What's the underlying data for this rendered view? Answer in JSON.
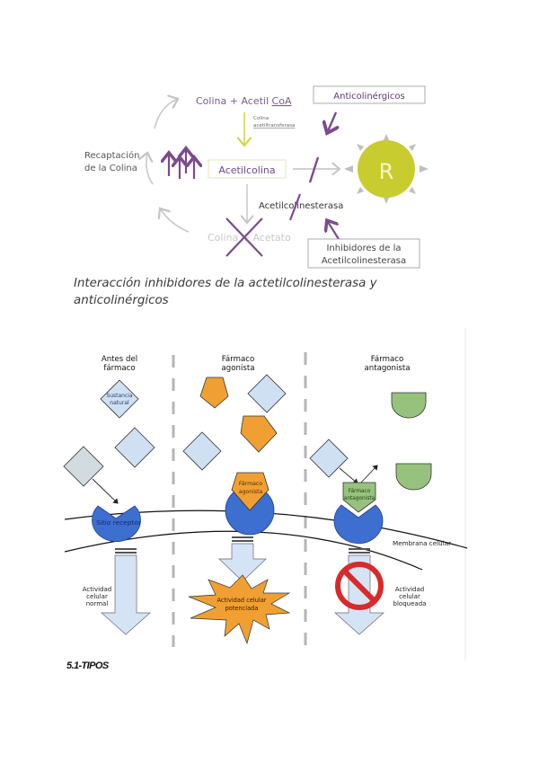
{
  "figure1": {
    "colina_acetil_coa": "Colina + Acetil",
    "coa": "CoA",
    "anticolinergicos": "Anticolinérgicos",
    "enzyme_line1": "Colina",
    "enzyme_line2": "acetiltransferasa",
    "recaptacion_line1": "Recaptación",
    "recaptacion_line2": "de la Colina",
    "acetilcolina": "Acetilcolina",
    "receptor": "R",
    "acetilcolinesterasa": "Acetilcolinesterasa",
    "colina_acetato": "Colina + Acetato",
    "inhibidores_line1": "Inhibidores de la",
    "inhibidores_line2": "Acetilcolinesterasa",
    "colors": {
      "purple": "#7b4b8f",
      "yellow": "#c9cc2e",
      "grey": "#b8b8b8",
      "text": "#555555"
    }
  },
  "caption": {
    "line1": "Interacción inhibidores de la actetilcolinesterasa y",
    "line2": "anticolinérgicos"
  },
  "figure2": {
    "col1_title_1": "Antes del",
    "col1_title_2": "fármaco",
    "col2_title_1": "Fármaco",
    "col2_title_2": "agonista",
    "col3_title_1": "Fármaco",
    "col3_title_2": "antagonista",
    "sustancia_1": "Sustancia",
    "sustancia_2": "natural",
    "sitio_receptor": "Sitio receptor",
    "agonista_1": "Fármaco",
    "agonista_2": "agonista",
    "antagonista_1": "Fármaco",
    "antagonista_2": "antagonista",
    "membrana": "Membrana celular",
    "normal_1": "Actividad",
    "normal_2": "celular",
    "normal_3": "normal",
    "potenciada_1": "Actividad celular",
    "potenciada_2": "potenciada",
    "bloqueada_1": "Actividad",
    "bloqueada_2": "celular",
    "bloqueada_3": "bloqueada",
    "colors": {
      "diamond": "#cfe0f3",
      "pentagon": "#f0a033",
      "green": "#97c27d",
      "receptor": "#3d6fd1",
      "arrow": "#d5e4f5",
      "forbid": "#d82a2a"
    }
  },
  "section_heading": "5.1-TIPOS"
}
